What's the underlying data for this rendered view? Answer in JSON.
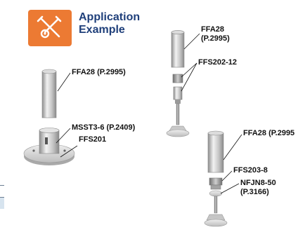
{
  "header": {
    "line1": "Application",
    "line2": "Example",
    "icon": "caliper-wrench-icon",
    "accent": "#ec7a33",
    "title_color": "#1f3f7a"
  },
  "left_assembly": {
    "ffa28_label": "FFA28 (P.2995)",
    "msst_label": "MSST3-6 (P.2409)",
    "ffs201_label": "FFS201"
  },
  "middle_assembly": {
    "ffa28_line1": "FFA28",
    "ffa28_line2": "(P.2995)",
    "ffs202_label": "FFS202-12"
  },
  "right_assembly": {
    "ffa28_label": "FFA28 (P.2995",
    "ffs203_label": "FFS203-8",
    "nfjn_line1": "NFJN8-50",
    "nfjn_line2": "(P.3166)"
  }
}
